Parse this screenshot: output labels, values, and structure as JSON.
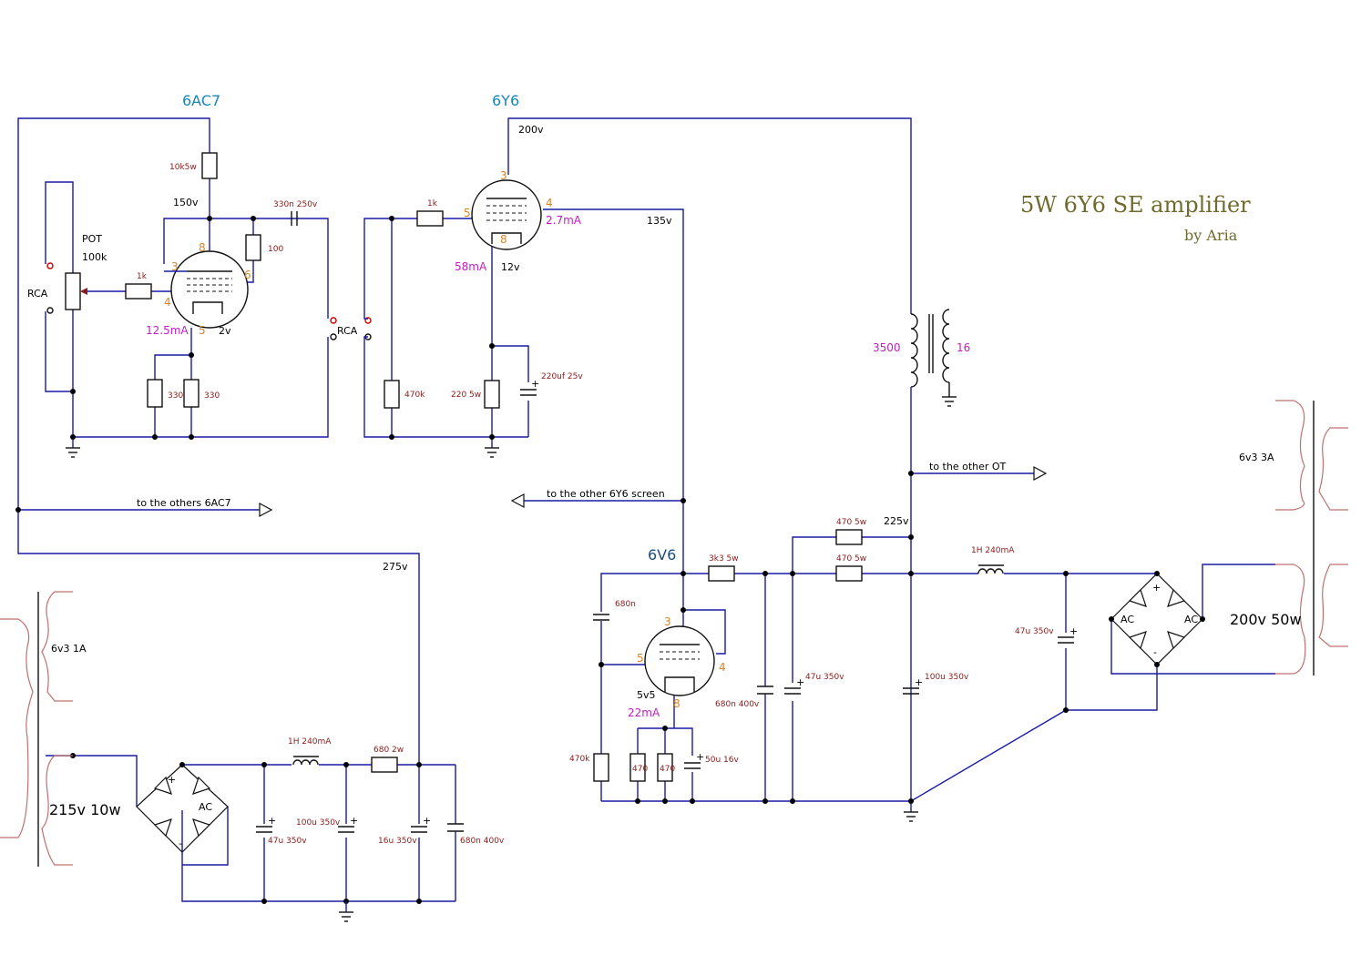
{
  "title": "5W 6Y6 SE amplifier",
  "author": "by Aria",
  "tubes": {
    "input": "6AC7",
    "output": "6Y6",
    "regulator": "6V6"
  },
  "input_stage": {
    "pot_label": "POT",
    "pot_value": "100k",
    "rca_in": "RCA",
    "grid_resistor": "1k",
    "plate_resistor": "10k5w",
    "plate_voltage": "150v",
    "coupling_cap": "330n 250v",
    "screen_resistor": "100",
    "cathode_r1": "330",
    "cathode_r2": "330",
    "cathode_current": "12.5mA",
    "cathode_voltage": "2v",
    "pins": {
      "p8": "8",
      "p3": "3",
      "p6": "6",
      "p4": "4",
      "p5": "5"
    }
  },
  "output_stage": {
    "rca": "RCA",
    "plate_voltage": "200v",
    "grid_stopper": "1k",
    "grid_leak": "470k",
    "screen_current": "2.7mA",
    "screen_voltage": "135v",
    "cathode_current": "58mA",
    "cathode_voltage": "12v",
    "cathode_resistor": "220 5w",
    "cathode_cap": "220uf 25v",
    "pins": {
      "p3": "3",
      "p5": "5",
      "p4": "4",
      "p8": "8"
    }
  },
  "output_transformer": {
    "primary": "3500",
    "secondary": "16"
  },
  "feeds": {
    "other_6ac7": "to the others 6AC7",
    "other_screen": "to the other 6Y6 screen",
    "other_ot": "to the other OT"
  },
  "psu_input": {
    "heater": "6v3 1A",
    "hv": "215v 10w",
    "choke": "1H 240mA",
    "resistor": "680 2w",
    "cap1": "47u 350v",
    "cap2": "100u 350v",
    "cap3": "16u 350v",
    "cap4": "680n 400v",
    "output_voltage": "275v"
  },
  "regulator": {
    "anode_resistor": "3k3 5w",
    "cap_top": "680n",
    "grid_resistor": "470k",
    "cathode_r1": "470",
    "cathode_r2": "470",
    "cathode_cap": "50u 16v",
    "cathode_voltage": "5v5",
    "cathode_current": "22mA",
    "bypass_cap": "680n 400v",
    "pins": {
      "p3": "3",
      "p5": "5",
      "p4": "4",
      "p8": "8"
    }
  },
  "psu_output": {
    "r_top": "470 5w",
    "r_mid": "470 5w",
    "voltage": "225v",
    "cap1": "47u 350v",
    "cap2": "100u 350v",
    "choke": "1H 240mA",
    "cap3": "47u 350v",
    "heater": "6v3 3A",
    "hv": "200v 50w",
    "bridge_ac": "AC",
    "bridge_plus": "+",
    "bridge_minus": "-"
  }
}
